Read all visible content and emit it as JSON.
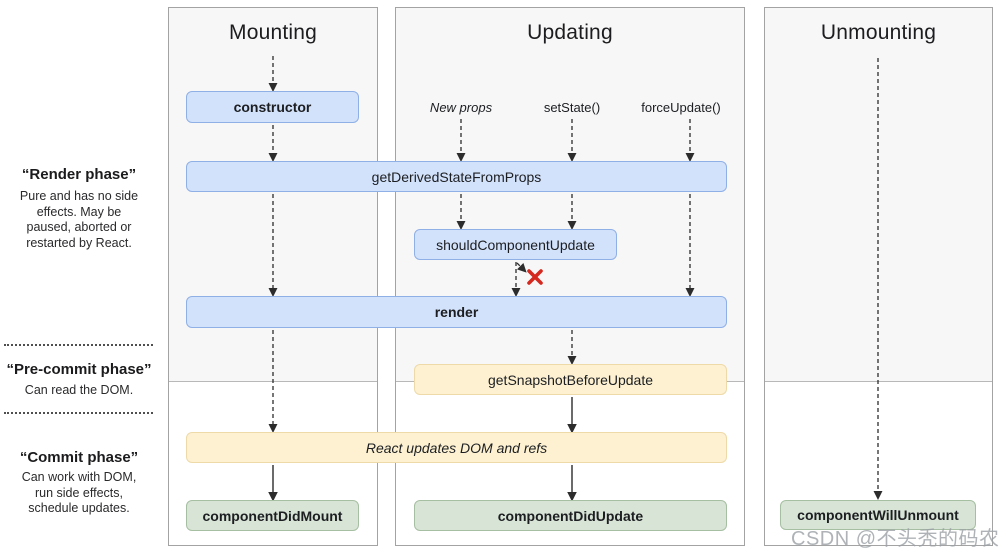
{
  "columns": {
    "mounting": {
      "title": "Mounting"
    },
    "updating": {
      "title": "Updating",
      "triggers": {
        "new_props": "New props",
        "set_state": "setState()",
        "force_update": "forceUpdate()"
      }
    },
    "unmounting": {
      "title": "Unmounting"
    }
  },
  "boxes": {
    "constructor": "constructor",
    "get_derived_state_from_props": "getDerivedStateFromProps",
    "should_component_update": "shouldComponentUpdate",
    "render": "render",
    "get_snapshot_before_update": "getSnapshotBeforeUpdate",
    "react_updates_dom": "React updates DOM and refs",
    "component_did_mount": "componentDidMount",
    "component_did_update": "componentDidUpdate",
    "component_will_unmount": "componentWillUnmount"
  },
  "phases": {
    "render": {
      "title": "“Render phase”",
      "description": "Pure and has no side\neffects. May be\npaused, aborted or\nrestarted by React."
    },
    "pre_commit": {
      "title": "“Pre-commit phase”",
      "description": "Can read the DOM."
    },
    "commit": {
      "title": "“Commit phase”",
      "description": "Can work with DOM,\nrun side effects,\nschedule updates."
    }
  },
  "watermark": "CSDN @不头秃的码农",
  "colors": {
    "blue_fill": "#d3e2fb",
    "blue_border": "#8fb0e6",
    "orange_fill": "#fdf1d2",
    "orange_border": "#eedaa8",
    "green_fill": "#d8e4d6",
    "green_border": "#a6bfa2",
    "red_x": "#d5281e",
    "arrow": "#2c2c2c",
    "column_bg_upper": "#f7f7f8"
  }
}
